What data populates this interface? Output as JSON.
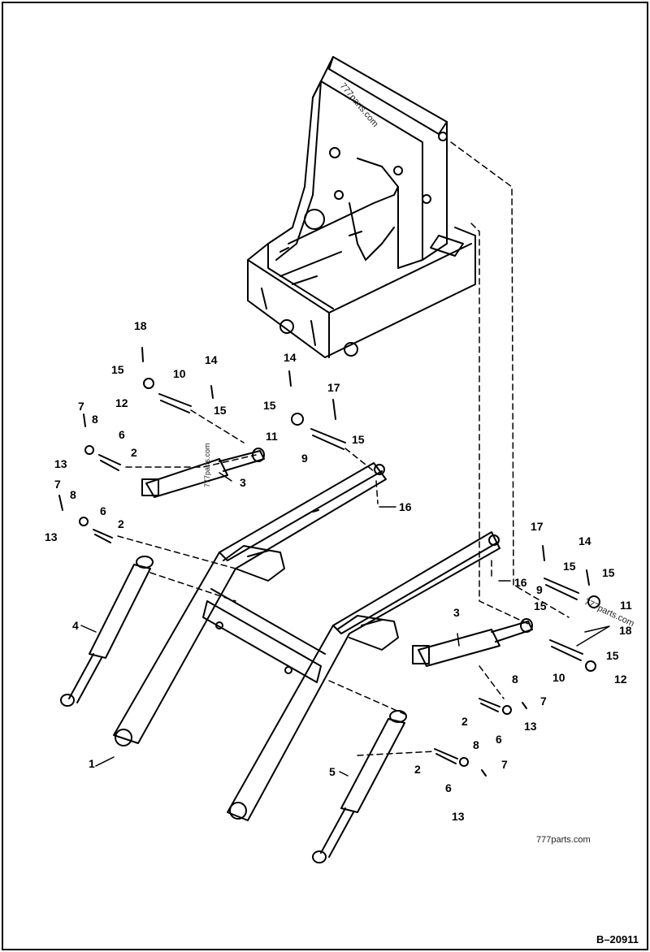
{
  "drawing_number": "B–20911",
  "watermarks": [
    "777parts.com",
    "777parts.com",
    "777parts.com",
    "777parts.com"
  ],
  "callouts": [
    "18",
    "15",
    "12",
    "10",
    "14",
    "15",
    "7",
    "8",
    "6",
    "2",
    "13",
    "3",
    "14",
    "15",
    "11",
    "17",
    "9",
    "15",
    "7",
    "8",
    "6",
    "2",
    "13",
    "16",
    "1",
    "4",
    "5",
    "17",
    "14",
    "15",
    "15",
    "16",
    "9",
    "11",
    "3",
    "15",
    "18",
    "15",
    "10",
    "12",
    "8",
    "7",
    "2",
    "13",
    "6",
    "8",
    "7",
    "2",
    "6",
    "13"
  ],
  "colors": {
    "line": "#000000",
    "background": "#ffffff"
  }
}
